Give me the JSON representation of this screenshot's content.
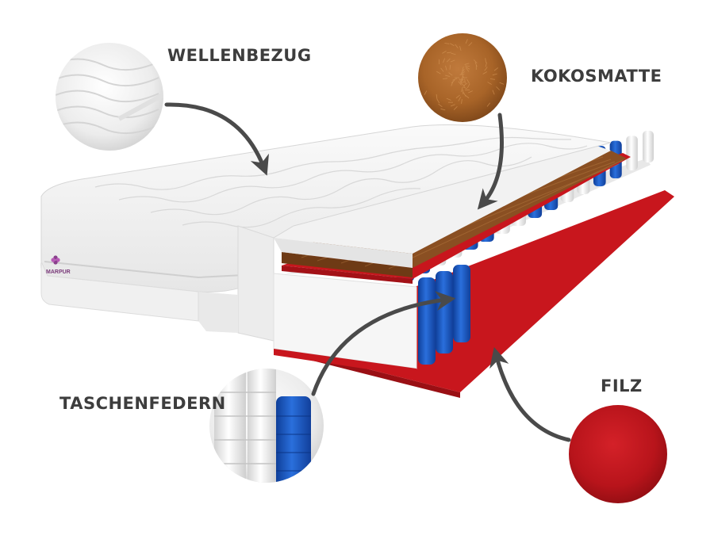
{
  "labels": {
    "wellenbezug": "WELLENBEZUG",
    "kokosmatte": "KOKOSMATTE",
    "taschenfedern": "TASCHENFEDERN",
    "filz": "FILZ"
  },
  "brand": "MARPUR",
  "colors": {
    "label_text": "#3d3d3d",
    "arrow": "#4a4a4a",
    "felt_red": "#c8161d",
    "coconut_brown": "#8a4f22",
    "spring_blue": "#1f5fc4",
    "spring_white": "#f2f2f2",
    "cover_white": "#f4f4f4"
  },
  "icons": [
    "logo-flower-icon"
  ]
}
